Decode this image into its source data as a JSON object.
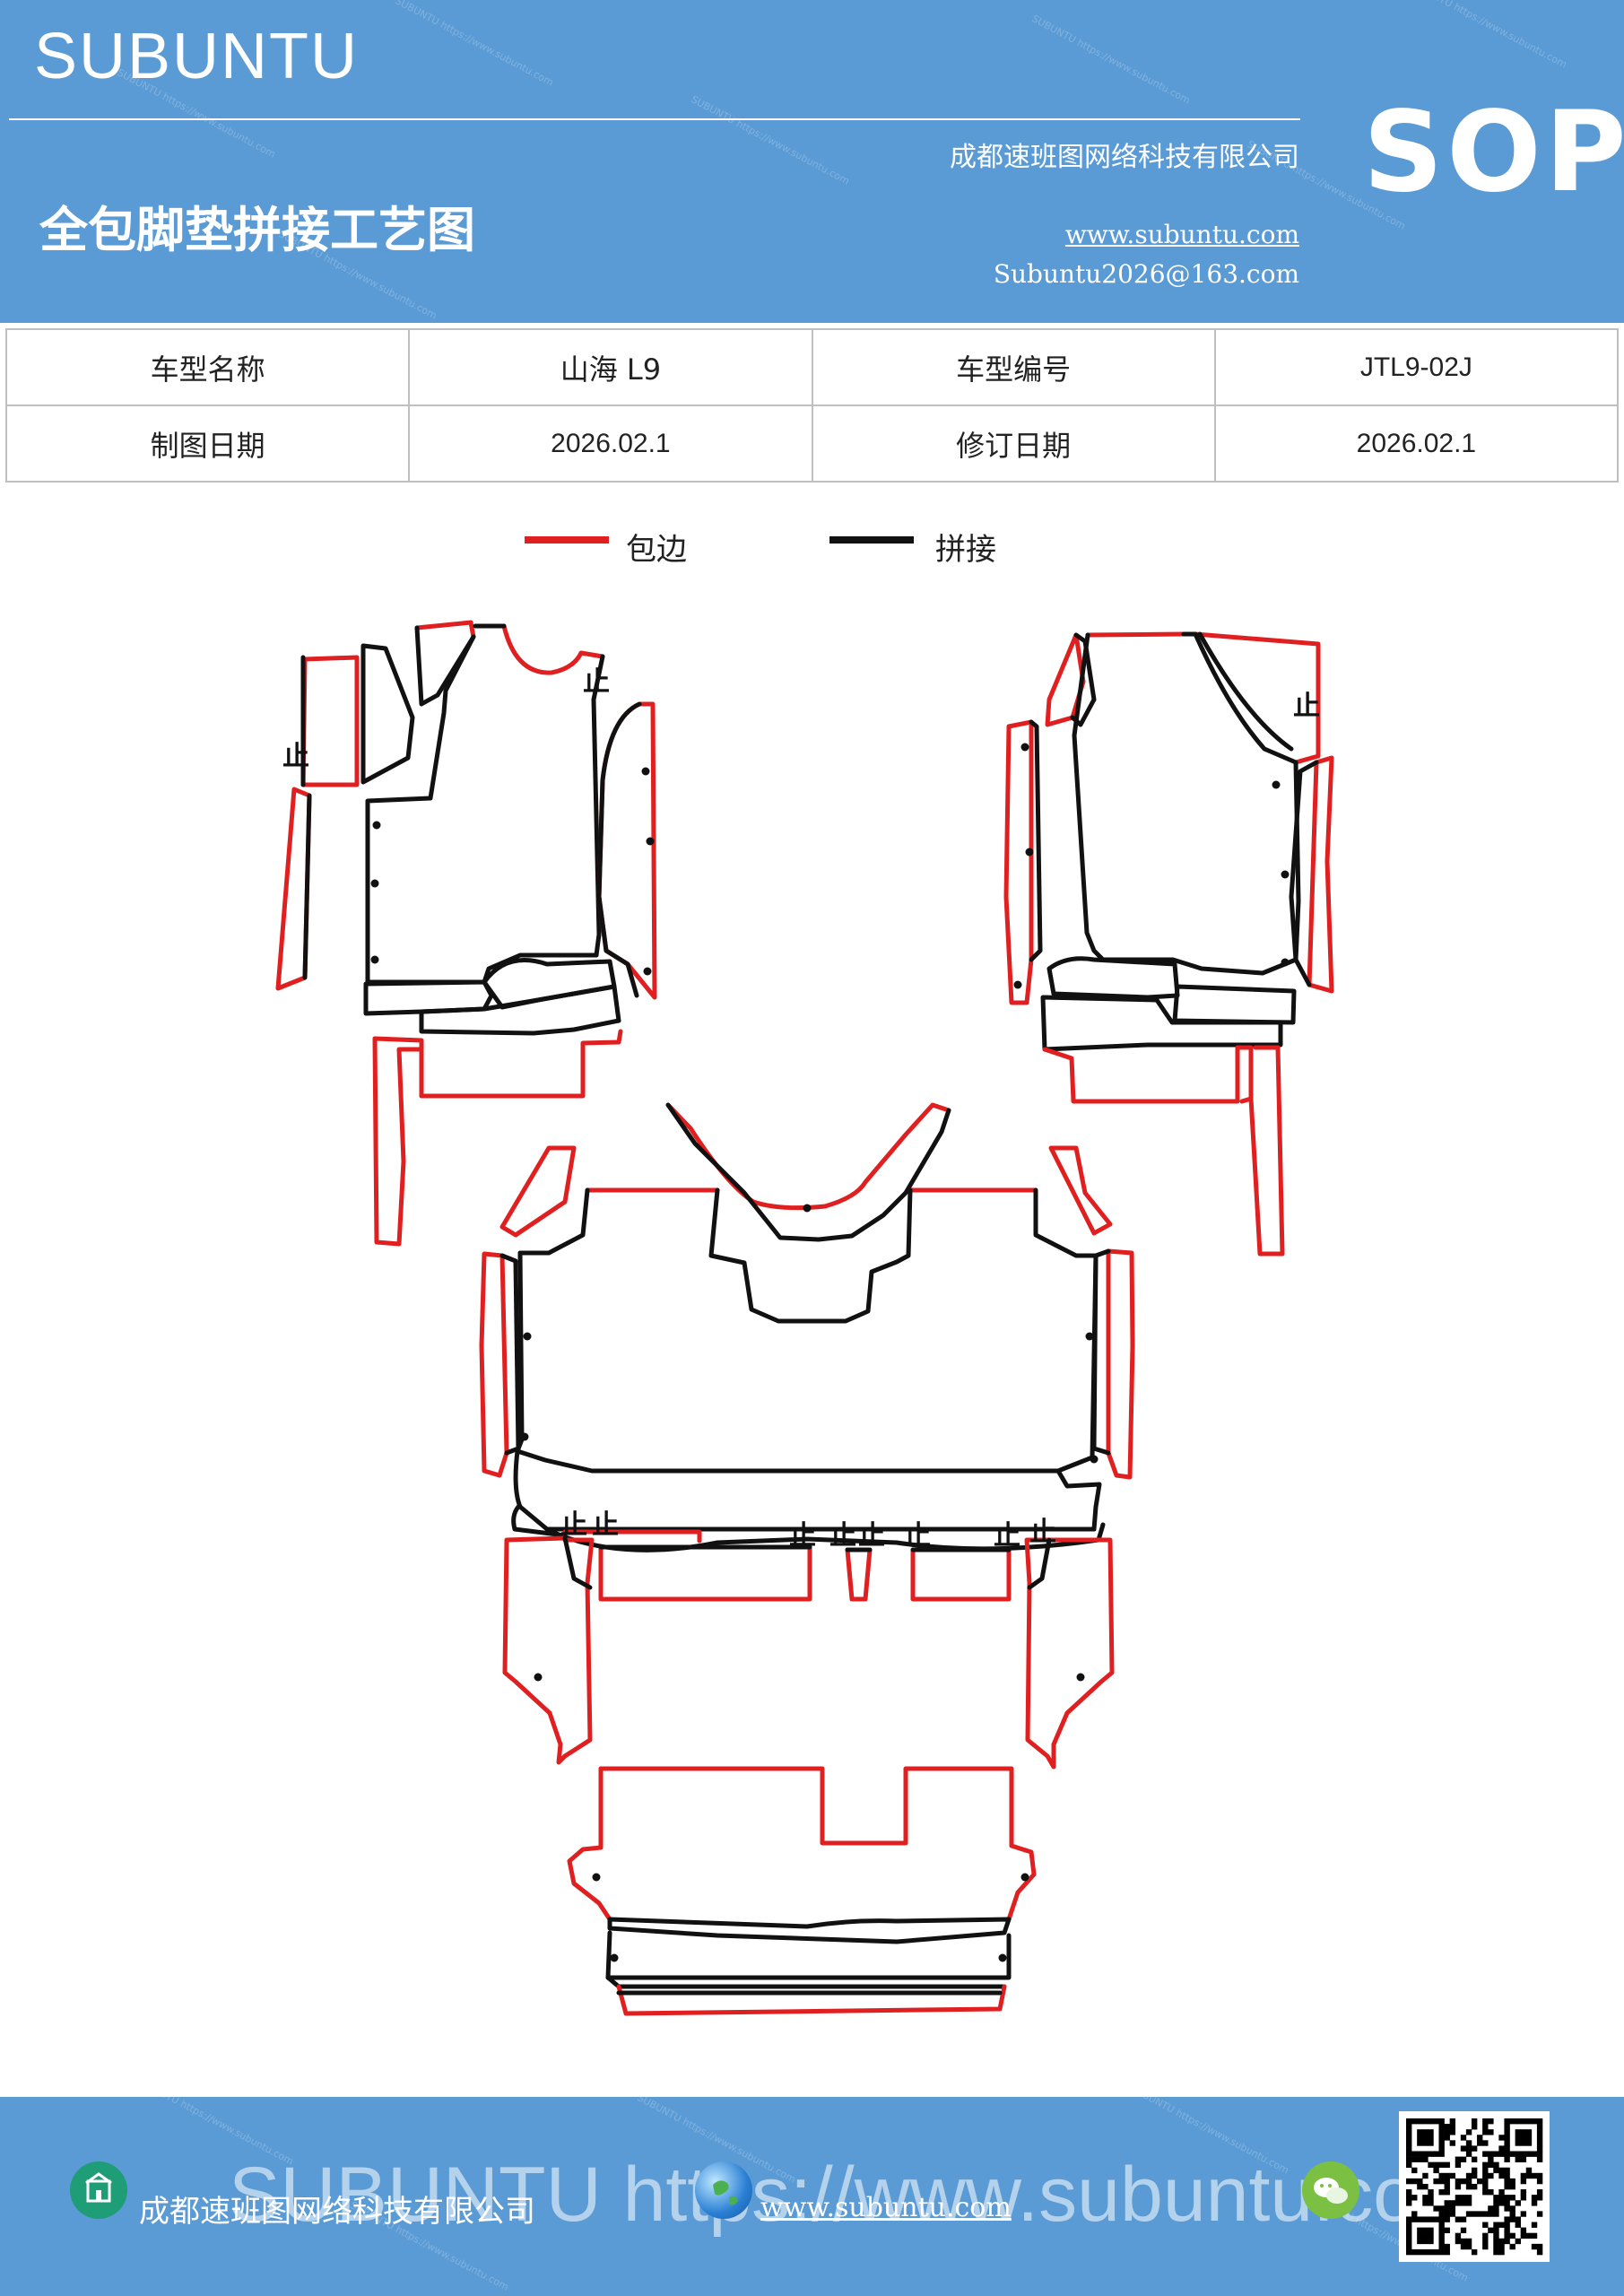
{
  "header": {
    "brand": "SUBUNTU",
    "title": "全包脚垫拼接工艺图",
    "company": "成都速班图网络科技有限公司",
    "website": "www.subuntu.com",
    "email": "Subuntu2026@163.com",
    "badge": "SOP",
    "watermark": "SUBUNTU https://www.subuntu.com"
  },
  "info": {
    "model_name_label": "车型名称",
    "model_name_value": "山海 L9",
    "model_code_label": "车型编号",
    "model_code_value": "JTL9-02J",
    "draw_date_label": "制图日期",
    "draw_date_value": "2026.02.1",
    "revise_date_label": "修订日期",
    "revise_date_value": "2026.02.1"
  },
  "legend": {
    "edge_label": "包边",
    "edge_color": "#e02020",
    "seam_label": "拼接",
    "seam_color": "#111111"
  },
  "diagram": {
    "mark": "止"
  },
  "footer": {
    "company": "成都速班图网络科技有限公司",
    "website": "www.subuntu.com",
    "watermark": "SUBUNTU https://www.subuntu.com",
    "company_icon": "building-icon",
    "web_icon": "globe-icon",
    "chat_icon": "wechat-icon",
    "qr": "qr-code"
  }
}
